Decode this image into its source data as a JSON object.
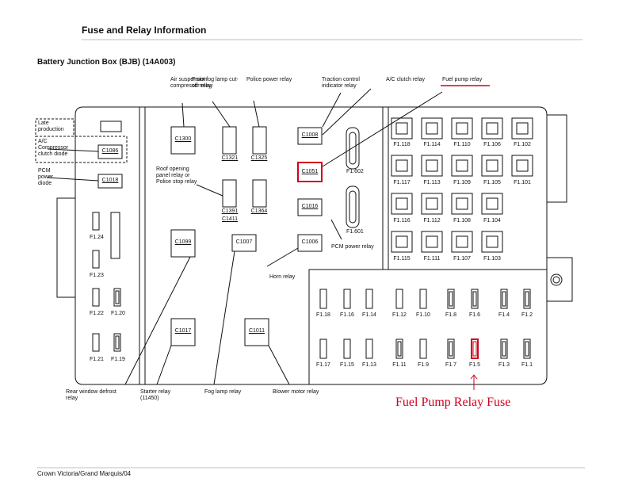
{
  "header": {
    "title": "Fuse and Relay Information",
    "subtitle": "Battery Junction Box (BJB) (14A003)",
    "footer": "Crown Victoria/Grand Marquis/04"
  },
  "callouts": {
    "late_production": "Late production",
    "ac_compressor_diode": "A/C Compressor clutch diode",
    "pcm_power_diode": "PCM power diode",
    "air_suspension": "Air suspension compressor relay",
    "front_fog": "Front fog lamp cut-off relay",
    "police_power": "Police power relay",
    "traction_control": "Traction control indicator relay",
    "ac_clutch": "A/C clutch relay",
    "fuel_pump": "Fuel pump relay",
    "roof_opening": "Roof opening panel relay or Police stop relay",
    "pcm_power_relay": "PCM power relay",
    "horn": "Horn relay",
    "rear_window": "Rear window defrost relay",
    "starter": "Starter relay (11450)",
    "fog_lamp": "Fog lamp relay",
    "blower": "Blower motor relay",
    "fuel_pump_fuse": "Fuel Pump Relay Fuse"
  },
  "connectors": {
    "c1086": "C1086",
    "c1018": "C1018",
    "c1300": "C1300",
    "c1321": "C1321",
    "c1325": "C1325",
    "c1008": "C1008",
    "c1051": "C1051",
    "c1391": "C1391",
    "c1411": "C1411",
    "c1364": "C1364",
    "c1016": "C1016",
    "c1099": "C1099",
    "c1007": "C1007",
    "c1006": "C1006",
    "c1017": "C1017",
    "c1011": "C1011"
  },
  "fuses": {
    "f1_24": "F1.24",
    "f1_23": "F1.23",
    "f1_22": "F1.22",
    "f1_20": "F1.20",
    "f1_21": "F1.21",
    "f1_19": "F1.19",
    "f1_602": "F1.602",
    "f1_601": "F1.601",
    "maxi_row1": [
      "F1.118",
      "F1.114",
      "F1.110",
      "F1.106",
      "F1.102"
    ],
    "maxi_row2": [
      "F1.117",
      "F1.113",
      "F1.109",
      "F1.105",
      "F1.101"
    ],
    "maxi_row3": [
      "F1.116",
      "F1.112",
      "F1.108",
      "F1.104"
    ],
    "maxi_row4": [
      "F1.115",
      "F1.111",
      "F1.107",
      "F1.103"
    ],
    "mini_row1": [
      "F1.18",
      "F1.16",
      "F1.14",
      "F1.12",
      "F1.10",
      "F1.8",
      "F1.6",
      "F1.4",
      "F1.2"
    ],
    "mini_row2": [
      "F1.17",
      "F1.15",
      "F1.13",
      "F1.11",
      "F1.9",
      "F1.7",
      "F1.5",
      "F1.3",
      "F1.1"
    ]
  },
  "colors": {
    "highlight": "#d0021b",
    "line": "#111111"
  }
}
